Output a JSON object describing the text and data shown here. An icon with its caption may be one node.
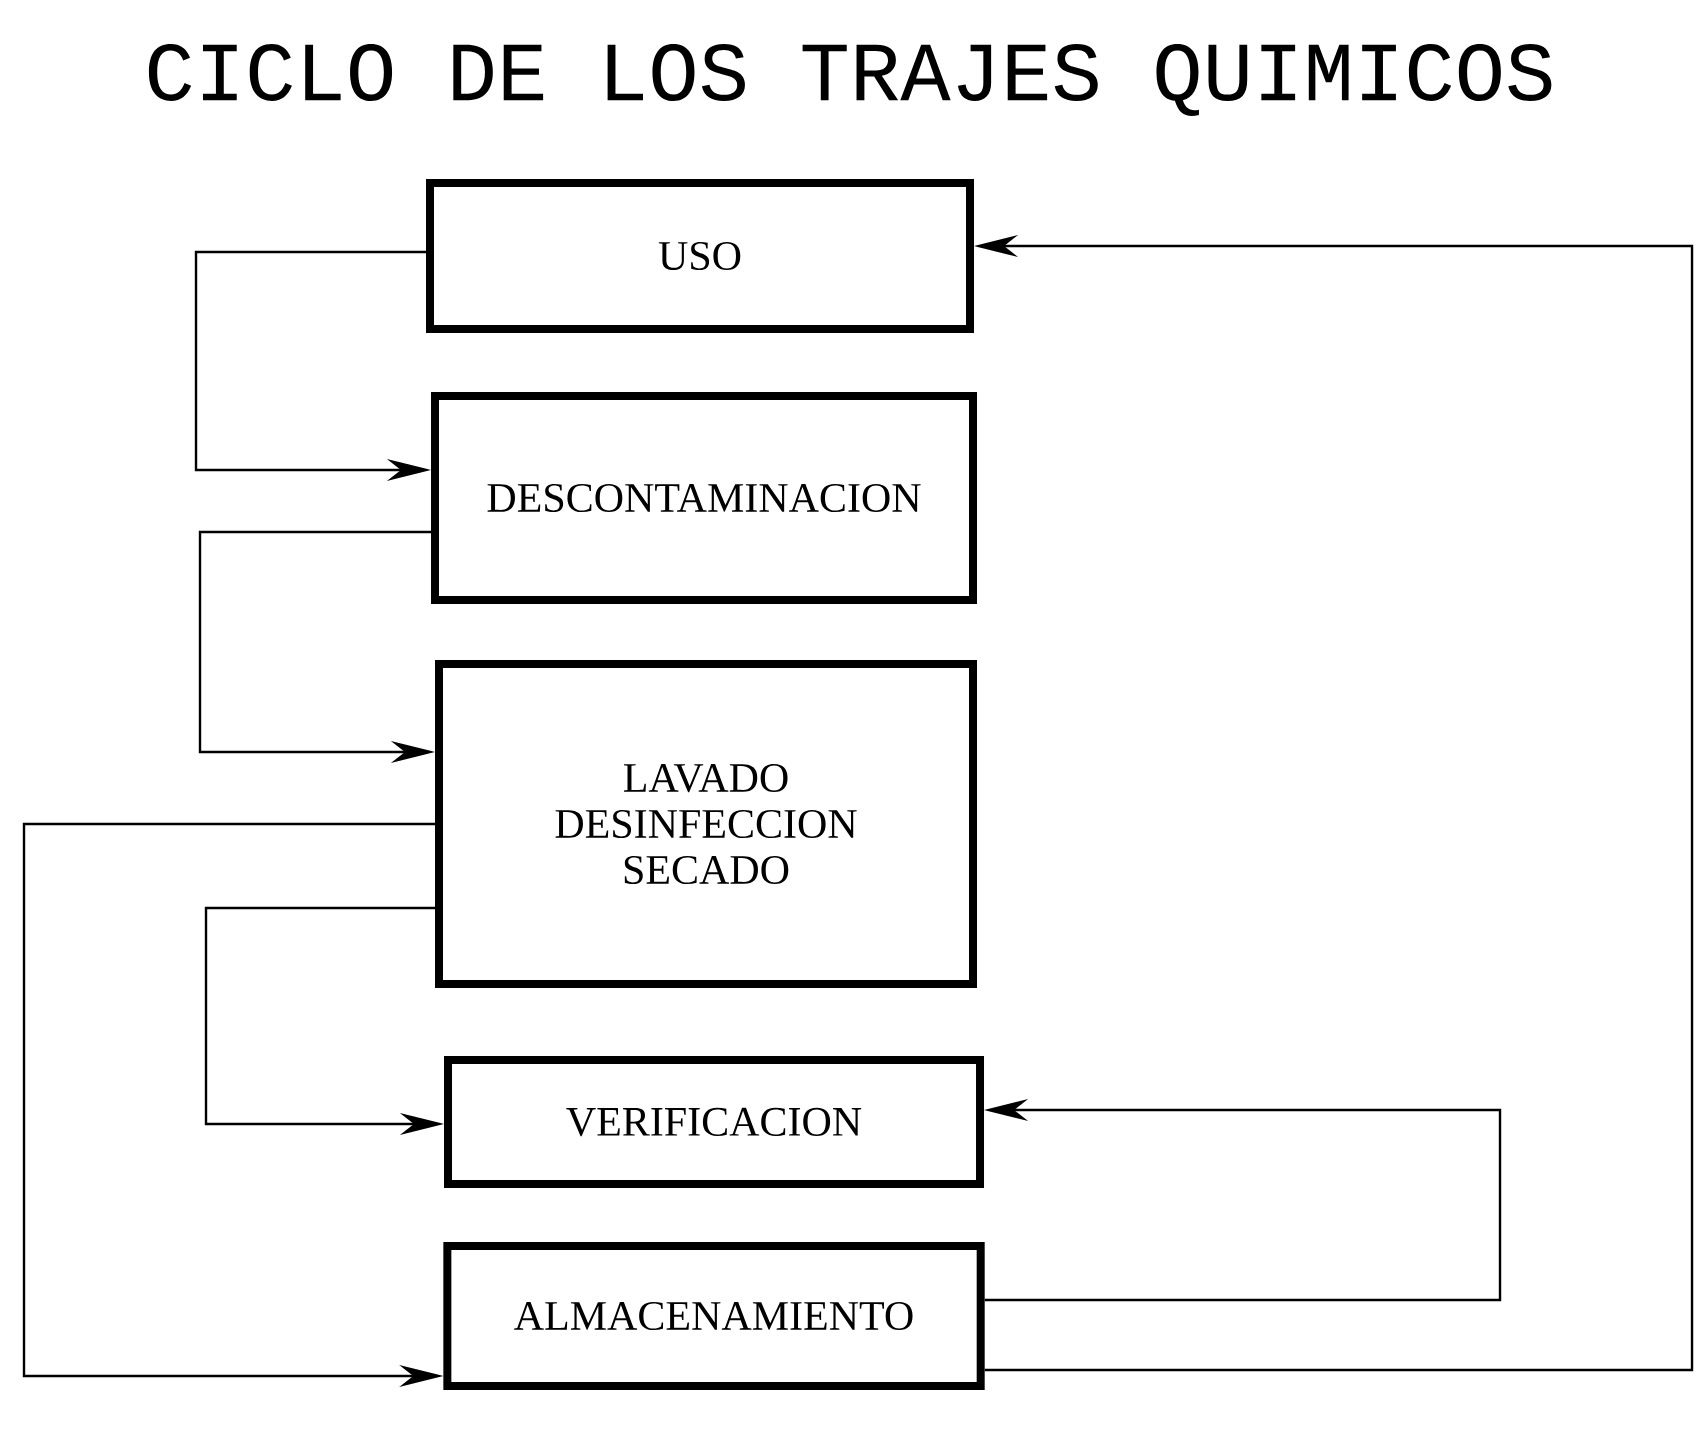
{
  "diagram": {
    "title": "CICLO DE LOS TRAJES QUIMICOS",
    "nodes": [
      {
        "text": [
          "USO"
        ]
      },
      {
        "text": [
          "DESCONTAMINACION"
        ]
      },
      {
        "text": [
          "LAVADO DESINFECCION SECADO"
        ]
      },
      {
        "text": [
          "VERIFICACION"
        ]
      },
      {
        "text": [
          "ALMACENAMIENTO"
        ]
      }
    ],
    "edges": [
      {
        "from": 0,
        "to": 1,
        "arrow": "to"
      },
      {
        "from": 1,
        "to": 2,
        "arrow": "to"
      },
      {
        "from": 2,
        "to": 4,
        "arrow": "to"
      },
      {
        "from": 2,
        "to": 3,
        "arrow": "to"
      },
      {
        "from": 4,
        "to": 3,
        "arrow": "to"
      },
      {
        "from": 4,
        "to": 0,
        "arrow": "to"
      }
    ]
  }
}
